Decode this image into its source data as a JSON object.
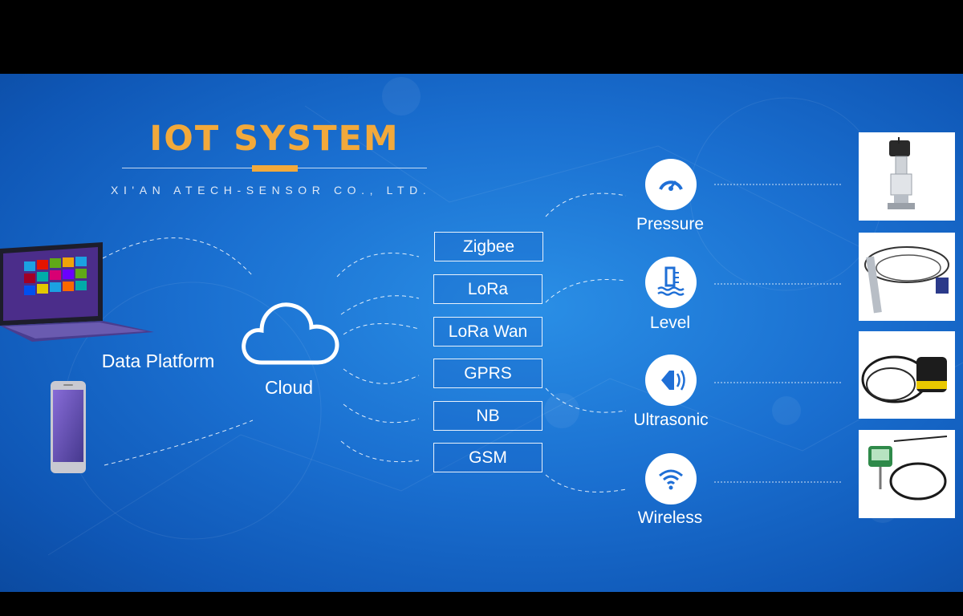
{
  "header": {
    "title": "IOT SYSTEM",
    "subtitle": "XI'AN ATECH-SENSOR CO., LTD."
  },
  "nodes": {
    "data_platform": "Data Platform",
    "cloud": "Cloud"
  },
  "protocols": [
    "Zigbee",
    "LoRa",
    "LoRa Wan",
    "GPRS",
    "NB",
    "GSM"
  ],
  "sensors": [
    {
      "label": "Pressure",
      "icon": "gauge-icon"
    },
    {
      "label": "Level",
      "icon": "water-level-icon"
    },
    {
      "label": "Ultrasonic",
      "icon": "ultrasonic-icon"
    },
    {
      "label": "Wireless",
      "icon": "wifi-icon"
    }
  ],
  "colors": {
    "accent": "#f2a93b",
    "background": "#1a6fd0",
    "icon_blue": "#1f6fd6"
  }
}
